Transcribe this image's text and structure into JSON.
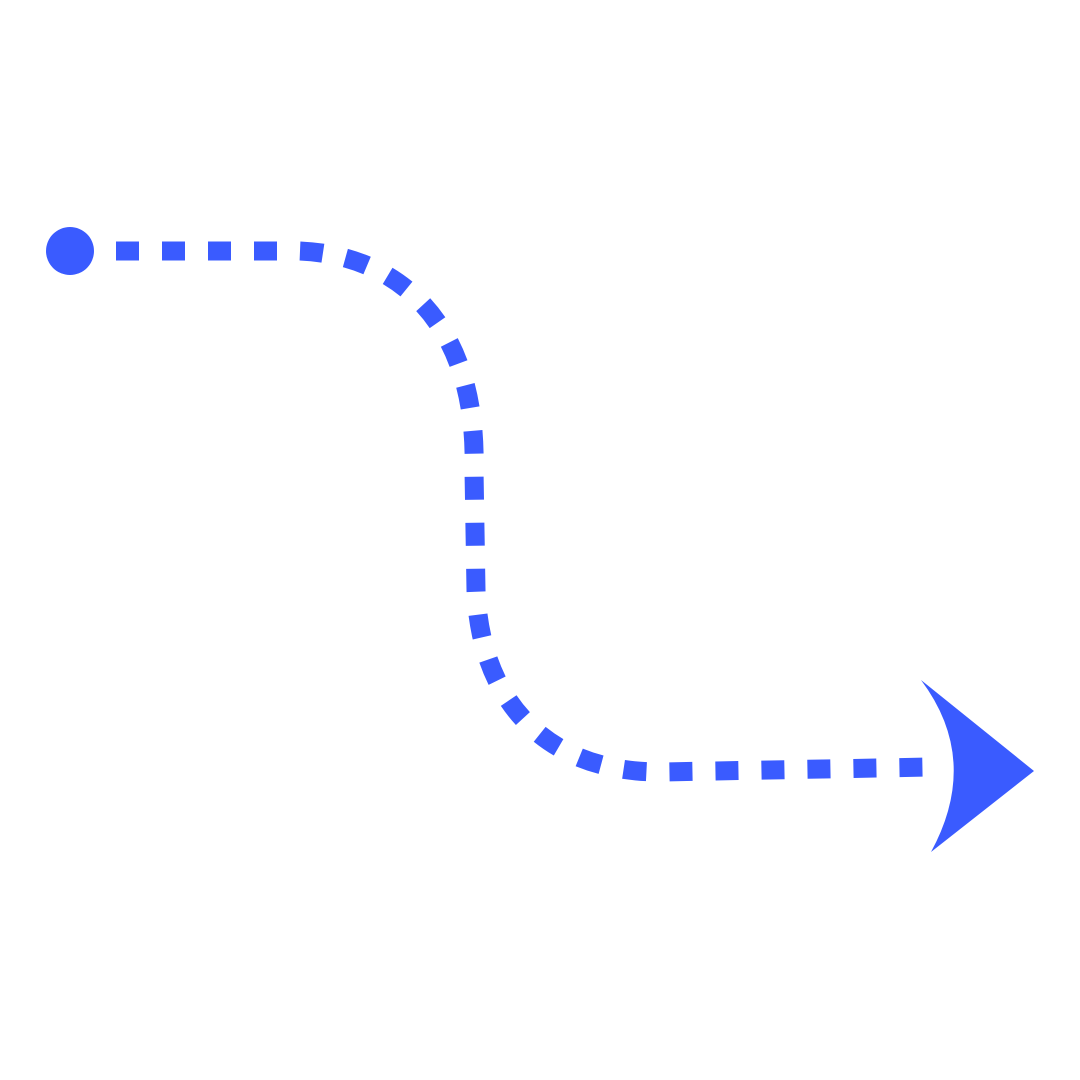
{
  "colors": {
    "background": "#ffffff",
    "stroke": "#3a5bff"
  },
  "graphic": {
    "type": "dashed-s-curve-arrow",
    "start_marker": "filled-circle",
    "end_marker": "arrowhead-right"
  }
}
